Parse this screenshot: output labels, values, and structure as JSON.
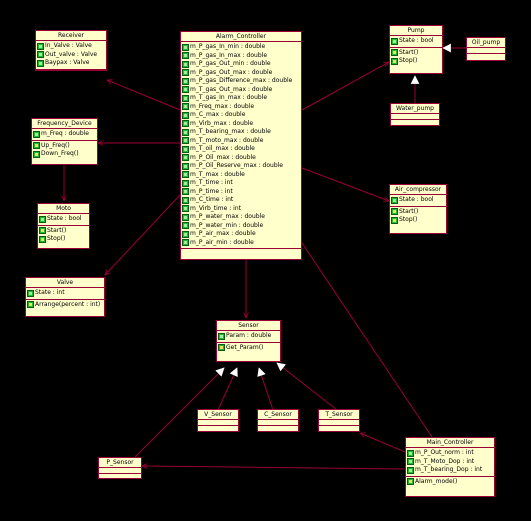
{
  "classes": {
    "alarm_controller": {
      "name": "Alarm_Controller",
      "attributes": [
        "m_P_gas_In_min : double",
        "m_P_gas_In_max : double",
        "m_P_gas_Out_min : double",
        "m_P_gas_Out_max : double",
        "m_P_gas_Difference_max : double",
        "m_T_gas_Out_max : double",
        "m_T_gas_In_max : double",
        "m_Freq_max : double",
        "m_C_max : double",
        "m_Virb_max : double",
        "m_T_bearing_max : double",
        "m_T_moto_max : double",
        "m_T_oil_max : double",
        "m_P_Oil_max : double",
        "m_P_Oil_Reserve_max : double",
        "m_T_max : double",
        "m_T_time : int",
        "m_P_time : int",
        "m_C_time : int",
        "m_Virb_time : int",
        "m_P_water_max : double",
        "m_P_water_min : double",
        "m_P_air_max : double",
        "m_P_air_min : double"
      ],
      "operations": []
    },
    "receiver": {
      "name": "Receiver",
      "attributes": [
        "In_Valve : Valve",
        "Out_valve : Valve",
        "Baypax : Valve"
      ],
      "operations": []
    },
    "frequency_device": {
      "name": "Frequency_Device",
      "attributes": [
        "m_Freq : double"
      ],
      "operations": [
        "Up_Freq()",
        "Down_Freq()"
      ]
    },
    "moto": {
      "name": "Moto",
      "attributes": [
        "State : bool"
      ],
      "operations": [
        "Start()",
        "Stop()"
      ]
    },
    "valve": {
      "name": "Valve",
      "attributes": [
        "State : int"
      ],
      "operations": [
        "Arrange(percent : int)"
      ]
    },
    "pump": {
      "name": "Pump",
      "attributes": [
        "State : bool"
      ],
      "operations": [
        "Start()",
        "Stop()"
      ]
    },
    "oil_pump": {
      "name": "Oil_pump",
      "attributes": [],
      "operations": []
    },
    "water_pump": {
      "name": "Water_pump",
      "attributes": [],
      "operations": []
    },
    "air_compressor": {
      "name": "Air_compressor",
      "attributes": [
        "State : bool"
      ],
      "operations": [
        "Start()",
        "Stop()"
      ]
    },
    "sensor": {
      "name": "Sensor",
      "attributes": [
        "Param : double"
      ],
      "operations": [
        "Get_Param()"
      ]
    },
    "v_sensor": {
      "name": "V_Sensor",
      "attributes": [],
      "operations": []
    },
    "c_sensor": {
      "name": "C_Sensor",
      "attributes": [],
      "operations": []
    },
    "t_sensor": {
      "name": "T_Sensor",
      "attributes": [],
      "operations": []
    },
    "p_sensor": {
      "name": "P_Sensor",
      "attributes": [],
      "operations": []
    },
    "main_controller": {
      "name": "Main_Controller",
      "attributes": [
        "m_P_Out_norm : int",
        "m_T_Moto_Dop : int",
        "m_T_bearing_Dop : int"
      ],
      "operations": [
        "Alarm_mode()"
      ]
    }
  },
  "colors": {
    "background": "#000000",
    "box_fill": "#ffffcc",
    "line": "#990033",
    "icon": "#22bb33"
  }
}
